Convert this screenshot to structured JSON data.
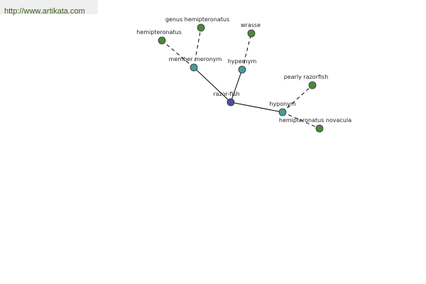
{
  "header": {
    "url_text": "http://www.artikata.com"
  },
  "colors": {
    "center": "#4a4da0",
    "relation": "#4a9a9a",
    "leaf": "#4a8a3a"
  },
  "nodes": [
    {
      "id": "razor-fish",
      "label": "razor-fish",
      "kind": "center"
    },
    {
      "id": "member-meronym",
      "label": "member meronym",
      "kind": "relation"
    },
    {
      "id": "hypernym",
      "label": "hypernym",
      "kind": "relation"
    },
    {
      "id": "hyponym",
      "label": "hyponym",
      "kind": "relation"
    },
    {
      "id": "hemipteronatus",
      "label": "hemipteronatus",
      "kind": "leaf"
    },
    {
      "id": "genus-hemipteronatus",
      "label": "genus hemipteronatus",
      "kind": "leaf"
    },
    {
      "id": "wrasse",
      "label": "wrasse",
      "kind": "leaf"
    },
    {
      "id": "pearly-razorfish",
      "label": "pearly razorfish",
      "kind": "leaf"
    },
    {
      "id": "hemipteronatus-novacula",
      "label": "hemipteronatus novacula",
      "kind": "leaf"
    }
  ],
  "edges": [
    {
      "from": "razor-fish",
      "to": "member-meronym",
      "style": "solid"
    },
    {
      "from": "razor-fish",
      "to": "hypernym",
      "style": "solid"
    },
    {
      "from": "razor-fish",
      "to": "hyponym",
      "style": "solid"
    },
    {
      "from": "member-meronym",
      "to": "hemipteronatus",
      "style": "dashed"
    },
    {
      "from": "member-meronym",
      "to": "genus-hemipteronatus",
      "style": "dashed"
    },
    {
      "from": "hypernym",
      "to": "wrasse",
      "style": "dashed"
    },
    {
      "from": "hyponym",
      "to": "pearly-razorfish",
      "style": "dashed"
    },
    {
      "from": "hyponym",
      "to": "hemipteronatus-novacula",
      "style": "dashed"
    }
  ]
}
